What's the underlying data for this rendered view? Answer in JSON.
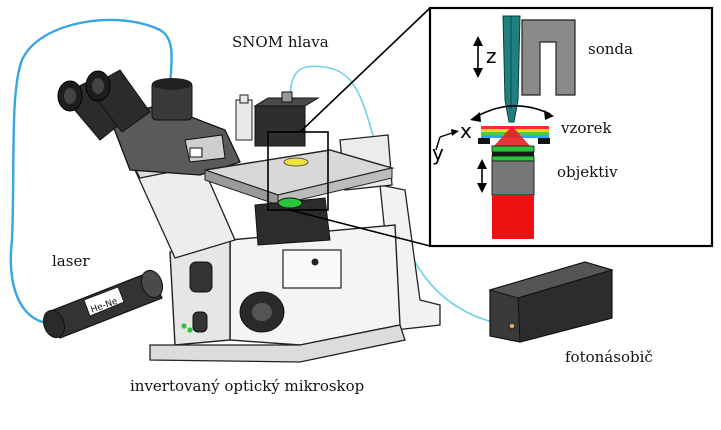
{
  "labels": {
    "snom_head": "SNOM hlava",
    "laser": "laser",
    "laser_tag": "He-Ne",
    "microscope": "invertovaný optický mikroskop",
    "photomultiplier": "fotonásobič",
    "probe": "sonda",
    "sample": "vzorek",
    "objective": "objektiv"
  },
  "axes": {
    "z": "z",
    "x": "x",
    "y": "y"
  },
  "colors": {
    "fiber": "#37a6e0",
    "fiber_thin": "#6fd3e8",
    "probe": "#1f8080",
    "laser_spot": "#e82020",
    "objective_green": "#2bc43a",
    "objective_body": "#777777",
    "light_red": "#ee1111",
    "sample_stripe": [
      "#ff2b2b",
      "#ffd21f",
      "#3fd14a",
      "#2aa7ff"
    ]
  }
}
